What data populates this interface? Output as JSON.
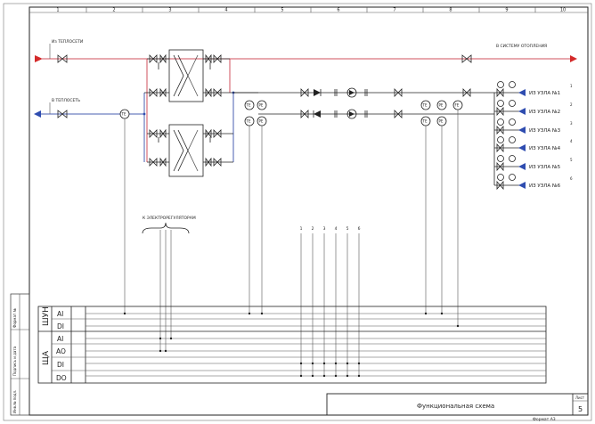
{
  "colors": {
    "supply": "#d42a2a",
    "return": "#2f4db0",
    "line": "#222222"
  },
  "grid_numbers": [
    "1",
    "2",
    "3",
    "4",
    "5",
    "6",
    "7",
    "8",
    "9",
    "10"
  ],
  "pipes": {
    "supply_in_label": "Из ТЕПЛОСЕТИ",
    "return_out_label": "В ТЕПЛОСЕТЬ",
    "heating_label": "В СИСТЕМУ ОТОПЛЕНИЯ"
  },
  "nodes": [
    "ИЗ УЗЛА №1",
    "ИЗ УЗЛА №2",
    "ИЗ УЗЛА №3",
    "ИЗ УЗЛА №4",
    "ИЗ УЗЛА №5",
    "ИЗ УЗЛА №6"
  ],
  "node_markers": [
    "1",
    "2",
    "3",
    "4",
    "5",
    "6"
  ],
  "instruments": {
    "temp": "ТЕ",
    "pressure": "РЕ",
    "flow": "FE"
  },
  "regulators_label": "К ЭЛЕКТРОРЕГУЛЯТОРАМ",
  "bus_numbers": [
    "1",
    "2",
    "3",
    "4",
    "5",
    "6"
  ],
  "cabinets": [
    {
      "name": "ШУН",
      "signals": [
        "AI",
        "DI"
      ]
    },
    {
      "name": "ЩА",
      "signals": [
        "AI",
        "AO",
        "DI",
        "DO"
      ]
    }
  ],
  "side_stamp": [
    "Формат №",
    "Подпись и дата",
    "Инв.№ подл."
  ],
  "title_block": {
    "sheet_label": "Лист",
    "sheet_number": "5",
    "title": "Функциональная схема",
    "format": "Формат А3"
  }
}
